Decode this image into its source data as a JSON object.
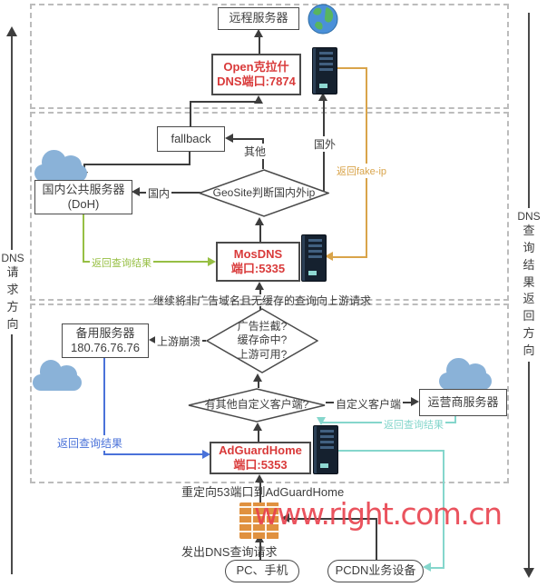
{
  "colors": {
    "accent_red": "#d93a3a",
    "line_dark": "#3d3d3d",
    "line_orange": "#d9a44a",
    "line_green": "#97bf44",
    "line_blue": "#4a72d9",
    "line_teal": "#85d6cc",
    "cloud_blue": "#8ab2d8",
    "watermark_red": "#e8414d"
  },
  "guides": {
    "left_prefix": "DNS",
    "left_text": "请求方向",
    "right_prefix": "DNS",
    "right_text": "查询结果返回方向"
  },
  "nodes": {
    "remote_server": "远程服务器",
    "openclash": {
      "line1": "Open克拉什",
      "line2": "DNS端口:7874"
    },
    "fallback": "fallback",
    "doh": {
      "line1": "国内公共服务器",
      "line2": "(DoH)"
    },
    "geosite": "GeoSite判断国内外ip",
    "mosdns": {
      "line1": "MosDNS",
      "line2": "端口:5335"
    },
    "backup": {
      "line1": "备用服务器",
      "line2": "180.76.76.76"
    },
    "check": {
      "line1": "广告拦截?",
      "line2": "缓存命中?",
      "line3": "上游可用?"
    },
    "client_q": "有其他自定义客户端?",
    "isp": "运营商服务器",
    "adguard": {
      "line1": "AdGuardHome",
      "line2": "端口:5353"
    },
    "pc": "PC、手机",
    "pcdn": "PCDN业务设备"
  },
  "edges": {
    "other": "其他",
    "domestic": "国内",
    "foreign": "国外",
    "fake_ip": "返回fake-ip",
    "green_result": "返回查询结果",
    "upstream_note": "继续将非广告域名且无缓存的查询向上游请求",
    "upstream_crash": "上游崩溃",
    "custom_client": "自定义客户端",
    "teal_result": "返回查询结果",
    "blue_result": "返回查询结果",
    "redirect_note": "重定向53端口到AdGuardHome",
    "send_query": "发出DNS查询请求"
  },
  "watermark": "www.right.com.cn"
}
